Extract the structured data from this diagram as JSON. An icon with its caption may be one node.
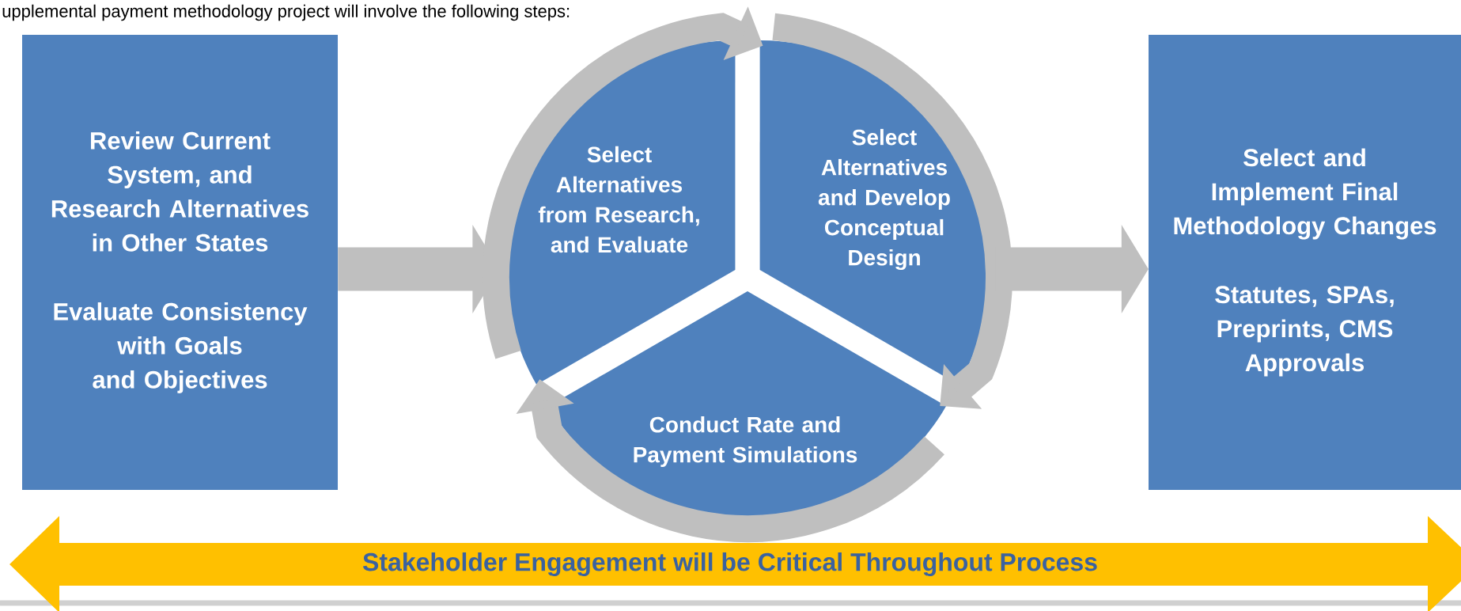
{
  "diagram": {
    "title": "upplemental payment methodology project will involve the following steps:",
    "nodes": [
      {
        "text": [
          "Review Current System, and Research Alternatives in Other States",
          "Evaluate Consistency with Goals and Objectives"
        ]
      },
      {
        "text": [
          "Select Alternatives from Research, and Evaluate"
        ]
      },
      {
        "text": [
          "Select Alternatives and Develop Conceptual Design"
        ]
      },
      {
        "text": [
          "Conduct Rate and Payment Simulations"
        ]
      },
      {
        "text": [
          "Select and Implement Final Methodology Changes",
          "Statutes, SPAs, Preprints, CMS Approvals"
        ]
      },
      {
        "text": [
          "Stakeholder Engagement will be Critical Throughout Process"
        ]
      }
    ],
    "edges": [
      {
        "from": 0,
        "to": 1,
        "arrow": "to"
      },
      {
        "from": 1,
        "to": 2,
        "arrow": "to"
      },
      {
        "from": 2,
        "to": 3,
        "arrow": "to"
      },
      {
        "from": 3,
        "to": 1,
        "arrow": "to"
      },
      {
        "from": 2,
        "to": 4,
        "arrow": "to"
      }
    ]
  }
}
